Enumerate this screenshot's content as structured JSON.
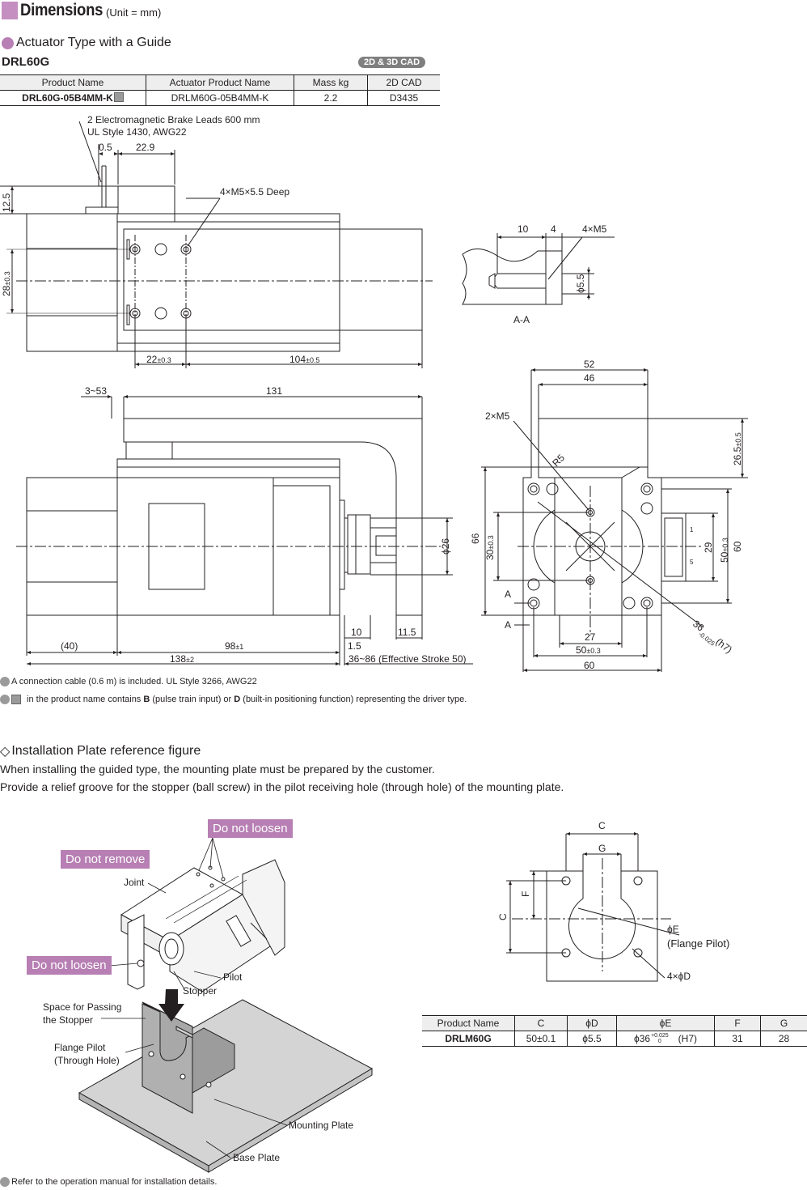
{
  "header": {
    "title": "Dimensions",
    "unit": "(Unit = mm)"
  },
  "section1": {
    "title": "Actuator Type with a Guide",
    "model": "DRL60G",
    "cad_badge": "2D & 3D CAD"
  },
  "product_table": {
    "headers": [
      "Product Name",
      "Actuator Product Name",
      "Mass kg",
      "2D CAD"
    ],
    "row": {
      "product": "DRL60G-05B4MM-K",
      "actuator": "DRLM60G-05B4MM-K",
      "mass": "2.2",
      "cad": "D3435"
    }
  },
  "drawing_labels": {
    "brake_leads": "2 Electromagnetic Brake Leads 600 mm",
    "ul_style": "UL Style 1430, AWG22",
    "d_0_5": "0.5",
    "d_22_9": "22.9",
    "d_12_5": "12.5",
    "m5_deep": "4×M5×5.5 Deep",
    "d_28": "28",
    "d_28_tol": "±0.3",
    "d_22": "22",
    "d_22_tol": "±0.3",
    "d_104": "104",
    "d_104_tol": "±0.5",
    "aa_10": "10",
    "aa_4": "4",
    "aa_m5": "4×M5",
    "aa_phi": "ϕ5.5",
    "aa_label": "A-A",
    "d_3_53": "3~53",
    "d_131": "131",
    "d_phi26": "ϕ26",
    "d_10": "10",
    "d_11_5": "11.5",
    "d_40": "(40)",
    "d_98": "98",
    "d_98_tol": "±1",
    "d_1_5": "1.5",
    "d_138": "138",
    "d_138_tol": "±2",
    "stroke": "36~86 (Effective Stroke 50)",
    "f_52": "52",
    "f_46": "46",
    "f_2m5": "2×M5",
    "f_r5": "R5",
    "f_26_5": "26.5",
    "f_26_5_tol": "±0.5",
    "f_66": "66",
    "f_30": "30",
    "f_30_tol": "±0.3",
    "f_29": "29",
    "f_50": "50",
    "f_50_tol": "±0.3",
    "f_60": "60",
    "f_a": "A",
    "f_27": "27",
    "f_50b": "50",
    "f_50b_tol": "±0.3",
    "f_60b": "60",
    "f_36": "36",
    "f_36_tol": "-0.025",
    "f_36_tol0": "0",
    "f_h7": "(h7)",
    "conn_1": "1",
    "conn_5": "5"
  },
  "notes": {
    "cable": "A connection cable (0.6 m) is included. UL Style 3266, AWG22",
    "driver_pre": " in the product name contains ",
    "b": "B",
    "driver_mid": " (pulse train input) or ",
    "d": "D",
    "driver_post": " (built-in positioning function) representing the driver type."
  },
  "section2": {
    "title": "Installation Plate reference figure",
    "para1": "When installing the guided type, the mounting plate must be prepared by the customer.",
    "para2": "Provide a relief groove for the stopper (ball screw) in the pilot receiving hole (through hole) of the mounting plate."
  },
  "illustration": {
    "tag_do_not_loosen_1": "Do not loosen",
    "tag_do_not_remove": "Do not remove",
    "tag_do_not_loosen_2": "Do not loosen",
    "joint": "Joint",
    "pilot": "Pilot",
    "stopper": "Stopper",
    "space_1": "Space for Passing",
    "space_2": "the Stopper",
    "flange_1": "Flange Pilot",
    "flange_2": "(Through Hole)",
    "mounting_plate": "Mounting Plate",
    "base_plate": "Base Plate"
  },
  "plate_drawing": {
    "c": "C",
    "g": "G",
    "f": "F",
    "phi_e": "ϕE",
    "flange_pilot": "(Flange Pilot)",
    "holes": "4×ϕD"
  },
  "plate_table": {
    "headers": [
      "Product Name",
      "C",
      "ϕD",
      "ϕE",
      "F",
      "G"
    ],
    "row": {
      "product": "DRLM60G",
      "c": "50±0.1",
      "d": "ϕ5.5",
      "e": "ϕ36",
      "e_tol_up": "+0.025",
      "e_tol_low": "0",
      "e_h7": "(H7)",
      "f": "31",
      "g": "28"
    }
  },
  "footer_note": "Refer to the operation manual for installation details.",
  "colors": {
    "accent": "#b77fb3",
    "square": "#c58fc1",
    "tag": "#b77fb3",
    "badge": "#7f7f80",
    "plate": "#aeaeae",
    "base": "#d4d4d4"
  }
}
